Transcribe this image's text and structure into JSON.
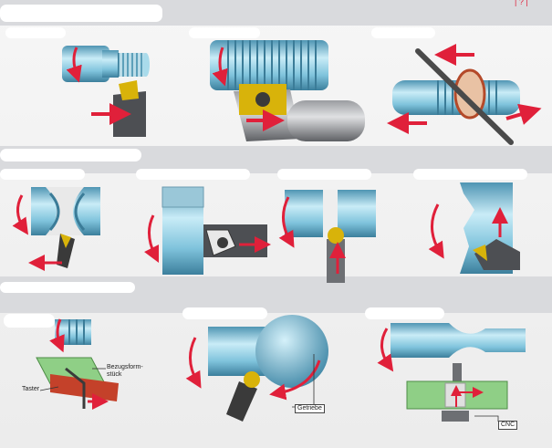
{
  "corner_mark": "| ? |",
  "labels": {
    "bezugsformstueck_1": "Bezugsform-",
    "bezugsformstueck_2": "stück",
    "taster": "Taster",
    "getriebe": "Getriebe",
    "cnc": "CNC"
  },
  "colors": {
    "band": "#d9dadd",
    "steel": "#7fc3dc",
    "arrow": "#e0203a",
    "gold": "#d8b30a",
    "holder": "#6d6f73",
    "green": "#8fcf86"
  }
}
